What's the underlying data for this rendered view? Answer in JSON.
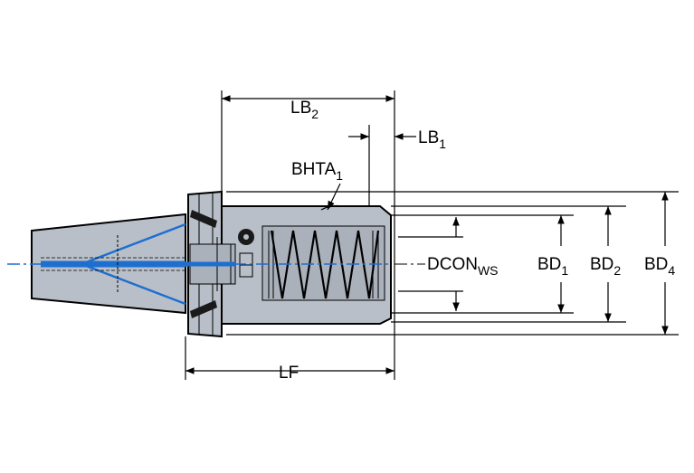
{
  "labels": {
    "lb2": {
      "main": "LB",
      "sub": "2"
    },
    "lb1": {
      "main": "LB",
      "sub": "1"
    },
    "bhta1": {
      "main": "BHTA",
      "sub": "1"
    },
    "dcon_ws": {
      "main": "DCON",
      "sub": "WS"
    },
    "bd1": {
      "main": "BD",
      "sub": "1"
    },
    "bd2": {
      "main": "BD",
      "sub": "2"
    },
    "bd4": {
      "main": "BD",
      "sub": "4"
    },
    "lf": {
      "main": "LF"
    }
  },
  "colors": {
    "body_fill": "#b9bfc8",
    "centerline": "#1e6fd0",
    "line": "#000000"
  }
}
